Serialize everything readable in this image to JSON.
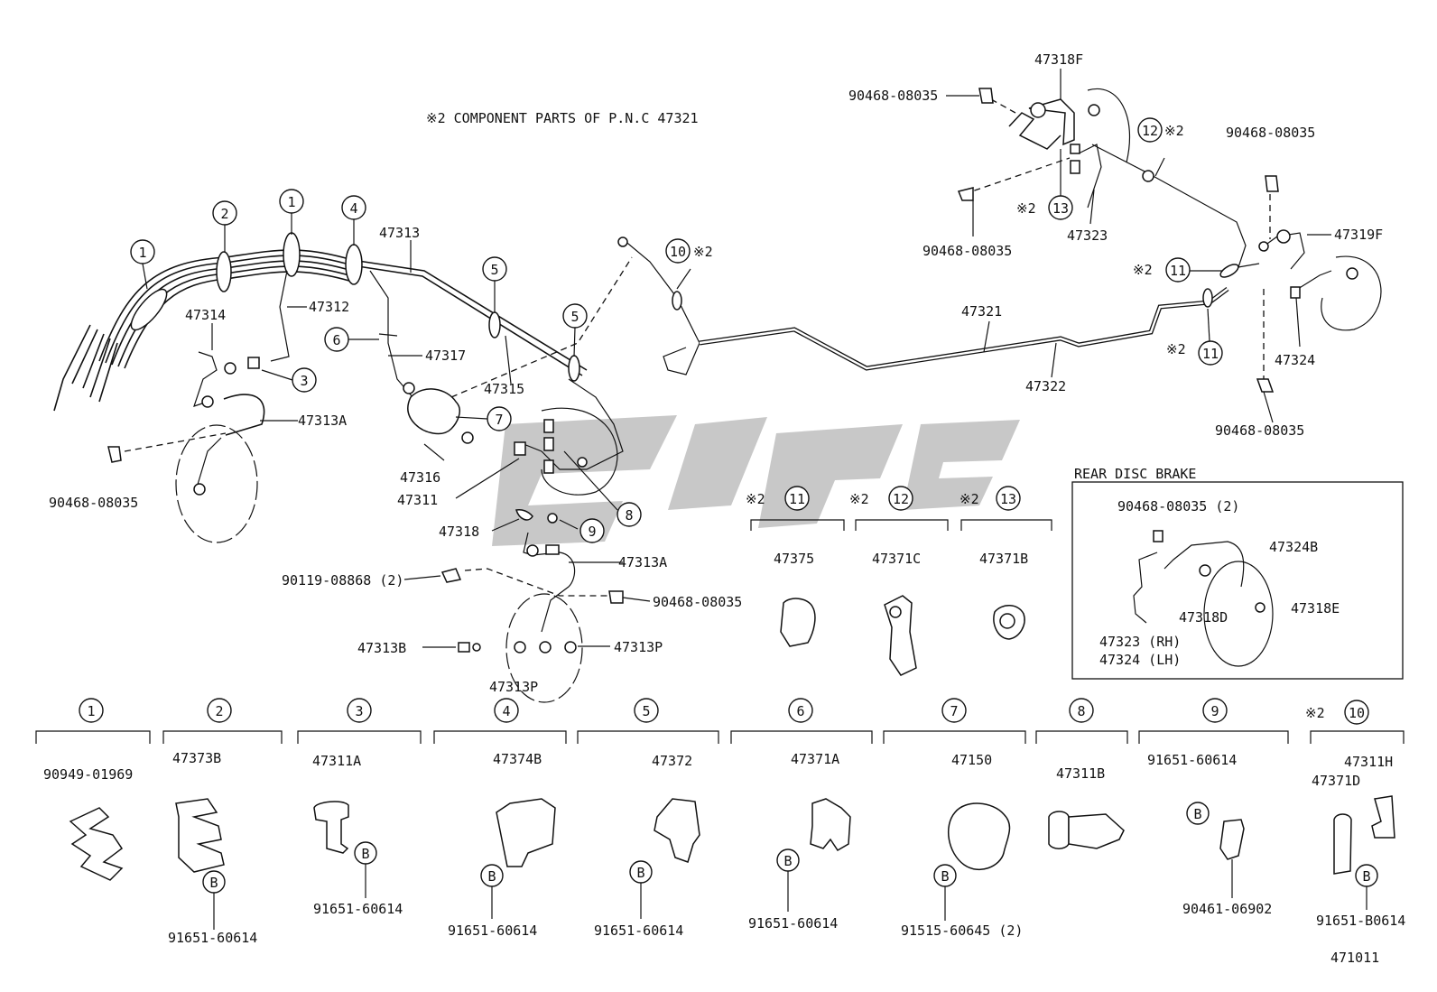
{
  "header_note": "※2 COMPONENT PARTS OF P.N.C 47321",
  "diagram_code": "471011",
  "circled": {
    "n1": "1",
    "n2": "2",
    "n3": "3",
    "n4": "4",
    "n5": "5",
    "n6": "6",
    "n7": "7",
    "n8": "8",
    "n9": "9",
    "n10": "10",
    "n11": "11",
    "n12": "12",
    "n13": "13",
    "b": "B"
  },
  "asterisk": "※2",
  "main_labels": {
    "p47313": "47313",
    "p47312": "47312",
    "p47314": "47314",
    "p47317": "47317",
    "p47315": "47315",
    "p47313A": "47313A",
    "p47316": "47316",
    "p47311": "47311",
    "p47318": "47318",
    "p90119": "90119-08868 (2)",
    "p47313A_b": "47313A",
    "p90468_mid": "90468-08035",
    "p47313B": "47313B",
    "p47313P_r": "47313P",
    "p47313P_b": "47313P",
    "p90468_left": "90468-08035",
    "p47321": "47321",
    "p47322": "47322",
    "p47318F": "47318F",
    "p90468_tl": "90468-08035",
    "p90468_tr": "90468-08035",
    "p90468_ml": "90468-08035",
    "p47323": "47323",
    "p47319F": "47319F",
    "p47324": "47324",
    "p90468_br": "90468-08035"
  },
  "sub_components": [
    {
      "part": "47375"
    },
    {
      "part": "47371C"
    },
    {
      "part": "47371B"
    }
  ],
  "rear_disc": {
    "title": "REAR DISC BRAKE",
    "p90468": "90468-08035 (2)",
    "p47324B": "47324B",
    "p47318D": "47318D",
    "p47318E": "47318E",
    "p47323": "47323 (RH)",
    "p47324": "47324 (LH)"
  },
  "legend": [
    {
      "part": "90949-01969",
      "bolt": ""
    },
    {
      "part": "47373B",
      "bolt": "91651-60614"
    },
    {
      "part": "47311A",
      "bolt": "91651-60614"
    },
    {
      "part": "47374B",
      "bolt": "91651-60614"
    },
    {
      "part": "47372",
      "bolt": "91651-60614"
    },
    {
      "part": "47371A",
      "bolt": "91651-60614"
    },
    {
      "part": "47150",
      "bolt": "91515-60645 (2)"
    },
    {
      "part": "47311B",
      "bolt": ""
    },
    {
      "part": "91651-60614",
      "bolt": "90461-06902"
    },
    {
      "part": "47311H",
      "part2": "47371D",
      "bolt": "91651-B0614"
    }
  ]
}
